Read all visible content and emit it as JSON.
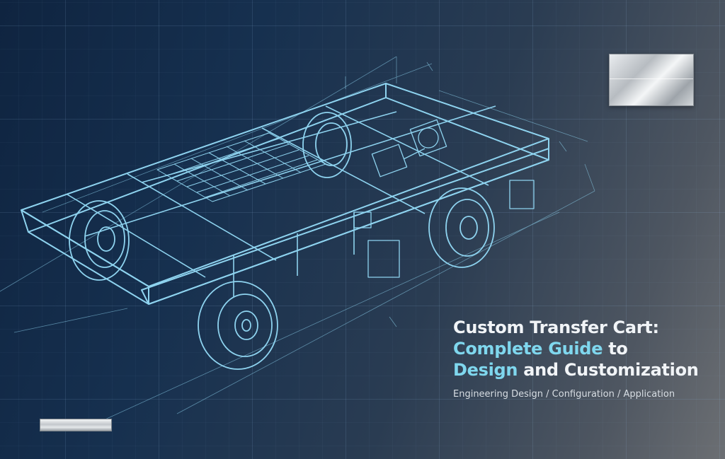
{
  "title": {
    "line1": "Custom Transfer Cart:",
    "line2a": "Complete Guide",
    "line2b": " to",
    "line3a": "Design",
    "line3b": " and Customization"
  },
  "subtitle": "Engineering Design / Configuration / Application",
  "colors": {
    "background_dark": "#0f2440",
    "background_light": "#6c6f73",
    "blueprint_line": "#8ed3ef",
    "title_white": "#f1f4f7",
    "title_cyan": "#7fd7ee"
  },
  "illustration": "transfer-cart-wireframe"
}
